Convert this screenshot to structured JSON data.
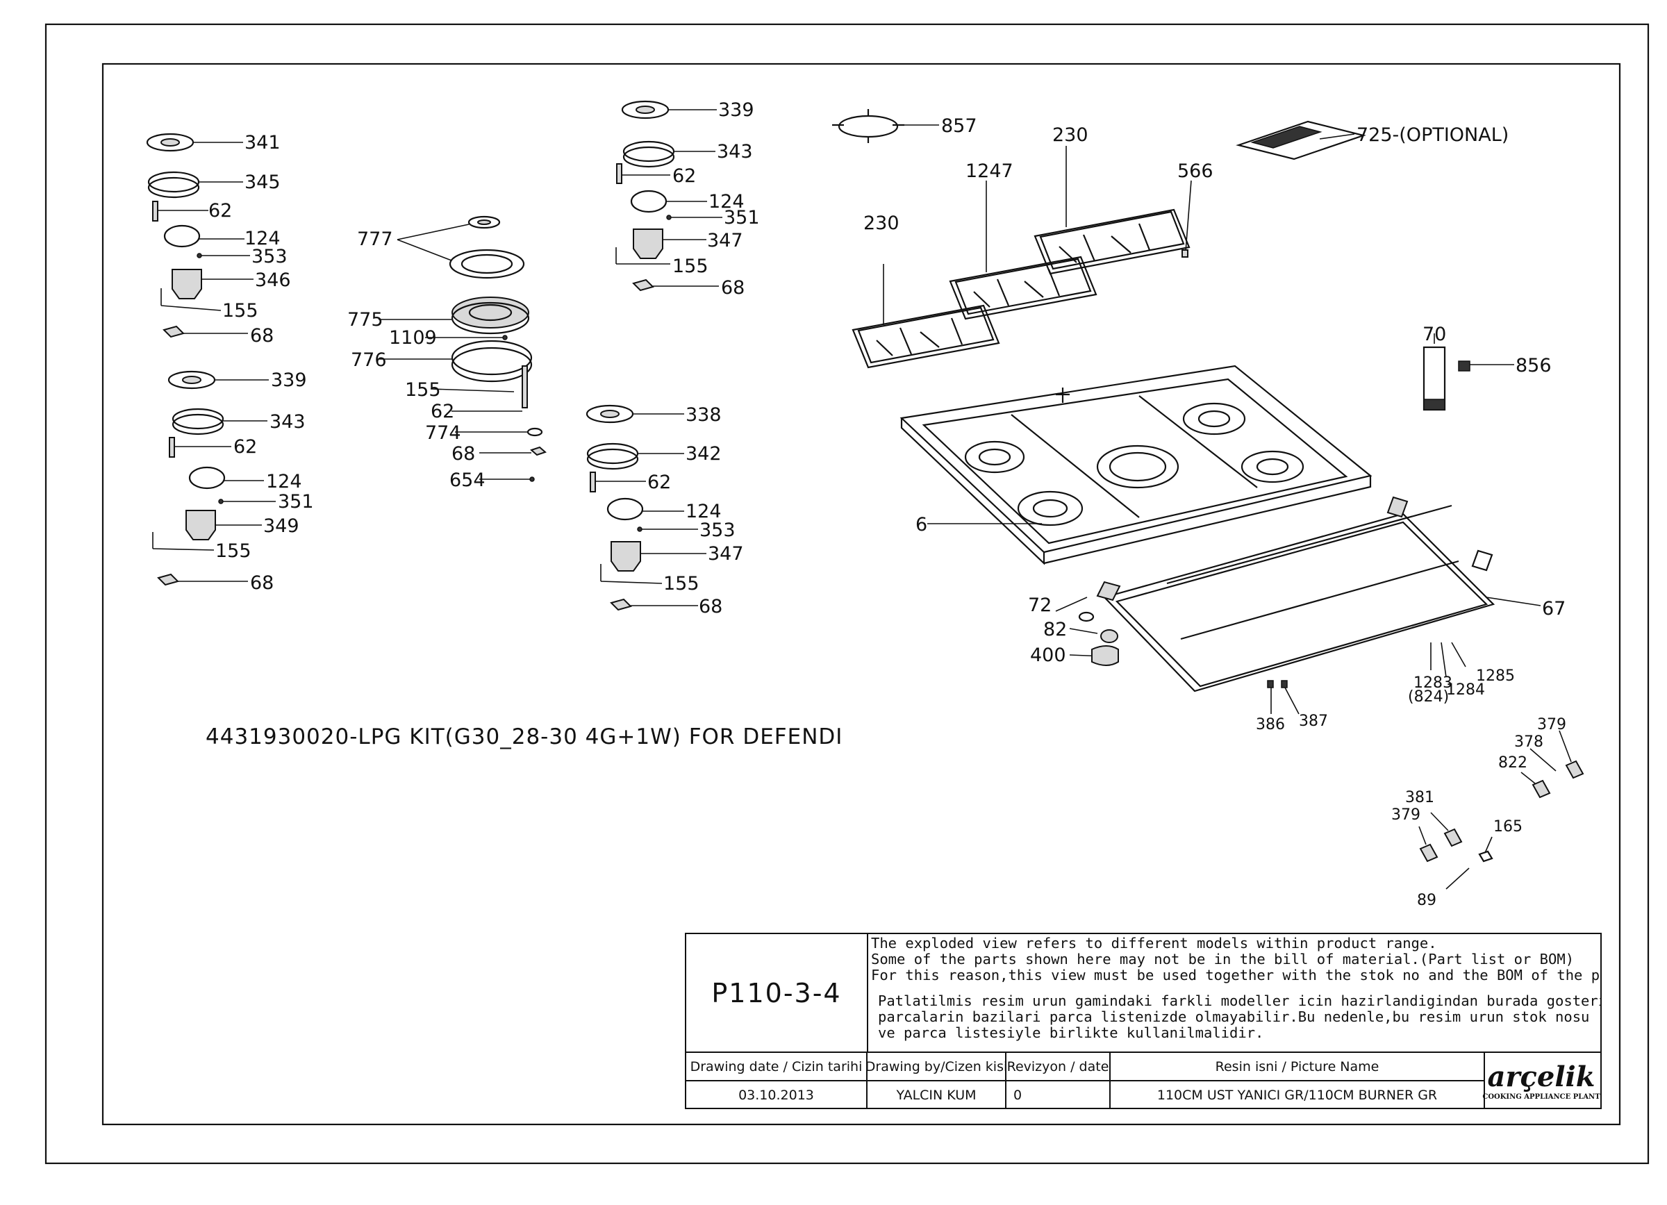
{
  "callouts": [
    {
      "id": "c341a",
      "text": "341"
    },
    {
      "id": "c345",
      "text": "345"
    },
    {
      "id": "c62a",
      "text": "62"
    },
    {
      "id": "c124a",
      "text": "124"
    },
    {
      "id": "c353a",
      "text": "353"
    },
    {
      "id": "c346",
      "text": "346"
    },
    {
      "id": "c155a",
      "text": "155"
    },
    {
      "id": "c68a",
      "text": "68"
    },
    {
      "id": "c339a",
      "text": "339"
    },
    {
      "id": "c343a",
      "text": "343"
    },
    {
      "id": "c62b",
      "text": "62"
    },
    {
      "id": "c124b",
      "text": "124"
    },
    {
      "id": "c351a",
      "text": "351"
    },
    {
      "id": "c349",
      "text": "349"
    },
    {
      "id": "c155b",
      "text": "155"
    },
    {
      "id": "c68b",
      "text": "68"
    },
    {
      "id": "c777",
      "text": "777"
    },
    {
      "id": "c775",
      "text": "775"
    },
    {
      "id": "c1109",
      "text": "1109"
    },
    {
      "id": "c776",
      "text": "776"
    },
    {
      "id": "c155c",
      "text": "155"
    },
    {
      "id": "c62c",
      "text": "62"
    },
    {
      "id": "c774",
      "text": "774"
    },
    {
      "id": "c68c",
      "text": "68"
    },
    {
      "id": "c654",
      "text": "654"
    },
    {
      "id": "c339b",
      "text": "339"
    },
    {
      "id": "c343b",
      "text": "343"
    },
    {
      "id": "c62d",
      "text": "62"
    },
    {
      "id": "c124c",
      "text": "124"
    },
    {
      "id": "c351b",
      "text": "351"
    },
    {
      "id": "c347a",
      "text": "347"
    },
    {
      "id": "c155d",
      "text": "155"
    },
    {
      "id": "c68d",
      "text": "68"
    },
    {
      "id": "c338",
      "text": "338"
    },
    {
      "id": "c342",
      "text": "342"
    },
    {
      "id": "c62e",
      "text": "62"
    },
    {
      "id": "c124d",
      "text": "124"
    },
    {
      "id": "c353b",
      "text": "353"
    },
    {
      "id": "c347b",
      "text": "347"
    },
    {
      "id": "c155e",
      "text": "155"
    },
    {
      "id": "c68e",
      "text": "68"
    },
    {
      "id": "c857",
      "text": "857"
    },
    {
      "id": "c230a",
      "text": "230"
    },
    {
      "id": "c725",
      "text": "725-(OPTIONAL)"
    },
    {
      "id": "c1247",
      "text": "1247"
    },
    {
      "id": "c566",
      "text": "566"
    },
    {
      "id": "c230b",
      "text": "230"
    },
    {
      "id": "c70",
      "text": "70"
    },
    {
      "id": "c856",
      "text": "856"
    },
    {
      "id": "c6",
      "text": "6"
    },
    {
      "id": "c72",
      "text": "72"
    },
    {
      "id": "c82",
      "text": "82"
    },
    {
      "id": "c400",
      "text": "400"
    },
    {
      "id": "c67",
      "text": "67"
    },
    {
      "id": "c1283",
      "text": "1283"
    },
    {
      "id": "c824",
      "text": "(824)"
    },
    {
      "id": "c1284",
      "text": "1284"
    },
    {
      "id": "c1285",
      "text": "1285"
    },
    {
      "id": "c386",
      "text": "386"
    },
    {
      "id": "c387",
      "text": "387"
    },
    {
      "id": "c379a",
      "text": "379"
    },
    {
      "id": "c378",
      "text": "378"
    },
    {
      "id": "c822",
      "text": "822"
    },
    {
      "id": "c381",
      "text": "381"
    },
    {
      "id": "c379b",
      "text": "379"
    },
    {
      "id": "c165",
      "text": "165"
    },
    {
      "id": "c89",
      "text": "89"
    }
  ],
  "kit_caption": "4431930020-LPG KIT(G30_28-30 4G+1W) FOR DEFENDI",
  "title_block": {
    "sheet_id": "P110-3-4",
    "notes_en": [
      "The exploded view refers to different models within product range.",
      "Some of the parts shown here may not be in the bill of material.(Part list or BOM)",
      "For this reason,this view must be used together with the stok no and the BOM of the product"
    ],
    "notes_tr": [
      "Patlatilmis resim urun gamindaki farkli modeller icin hazirlandigindan burada gosterilen",
      "parcalarin bazilari parca listenizde olmayabilir.Bu nedenle,bu resim urun stok nosu",
      "ve parca listesiyle birlikte kullanilmalidir."
    ],
    "headers": {
      "date": "Drawing date / Cizin tarihi",
      "by": "Drawing by/Cizen kisi",
      "rev": "Revizyon / date",
      "name": "Resin isni / Picture Name"
    },
    "values": {
      "date": "03.10.2013",
      "by": "YALCIN KUM",
      "rev": "0",
      "name": "110CM UST YANICI GR/110CM BURNER GR"
    },
    "logo": {
      "word": "arçelik",
      "subtitle": "COOKING APPLIANCE PLANT"
    }
  }
}
